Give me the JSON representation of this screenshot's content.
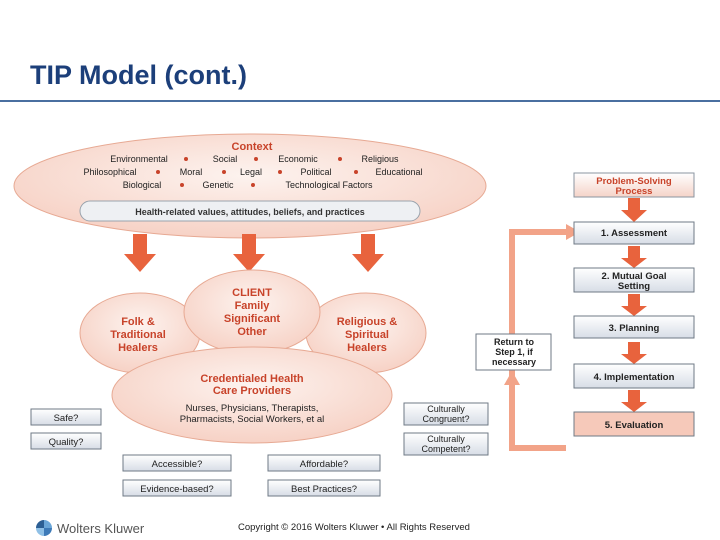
{
  "page": {
    "title": "TIP Model (cont.)",
    "copyright": "Copyright © 2016 Wolters Kluwer • All Rights Reserved",
    "logo_text": "Wolters Kluwer"
  },
  "context": {
    "title": "Context",
    "row1": [
      "Environmental",
      "Social",
      "Economic",
      "Religious"
    ],
    "row2": [
      "Philosophical",
      "Moral",
      "Legal",
      "Political",
      "Educational"
    ],
    "row3": [
      "Biological",
      "Genetic",
      "Technological Factors"
    ],
    "banner": "Health-related values, attitudes, beliefs, and practices"
  },
  "client": {
    "l1": "CLIENT",
    "l2": "Family",
    "l3": "Significant",
    "l4": "Other"
  },
  "folk": {
    "l1": "Folk &",
    "l2": "Traditional",
    "l3": "Healers"
  },
  "religious": {
    "l1": "Religious &",
    "l2": "Spiritual",
    "l3": "Healers"
  },
  "credentialed": {
    "t1": "Credentialed Health",
    "t2": "Care Providers",
    "b1": "Nurses, Physicians, Therapists,",
    "b2": "Pharmacists, Social Workers, et al"
  },
  "left_boxes": [
    "Safe?",
    "Quality?"
  ],
  "right_boxes": [
    {
      "l1": "Culturally",
      "l2": "Congruent?"
    },
    {
      "l1": "Culturally",
      "l2": "Competent?"
    }
  ],
  "bottom_boxes": [
    "Accessible?",
    "Affordable?",
    "Evidence-based?",
    "Best Practices?"
  ],
  "return_box": {
    "l1": "Return to",
    "l2": "Step 1, if",
    "l3": "necessary"
  },
  "process": {
    "header": {
      "l1": "Problem-Solving",
      "l2": "Process"
    },
    "steps": [
      {
        "l1": "1. Assessment",
        "l2": ""
      },
      {
        "l1": "2. Mutual Goal",
        "l2": "Setting"
      },
      {
        "l1": "3. Planning",
        "l2": ""
      },
      {
        "l1": "4. Implementation",
        "l2": ""
      },
      {
        "l1": "5. Evaluation",
        "l2": ""
      }
    ]
  },
  "colors": {
    "accent": "#d24a2e",
    "arrow_dark": "#e8633d",
    "arrow_light": "#f2a388",
    "ellipse_fill": "#fbe3dc",
    "title_blue": "#1c3f7a"
  }
}
